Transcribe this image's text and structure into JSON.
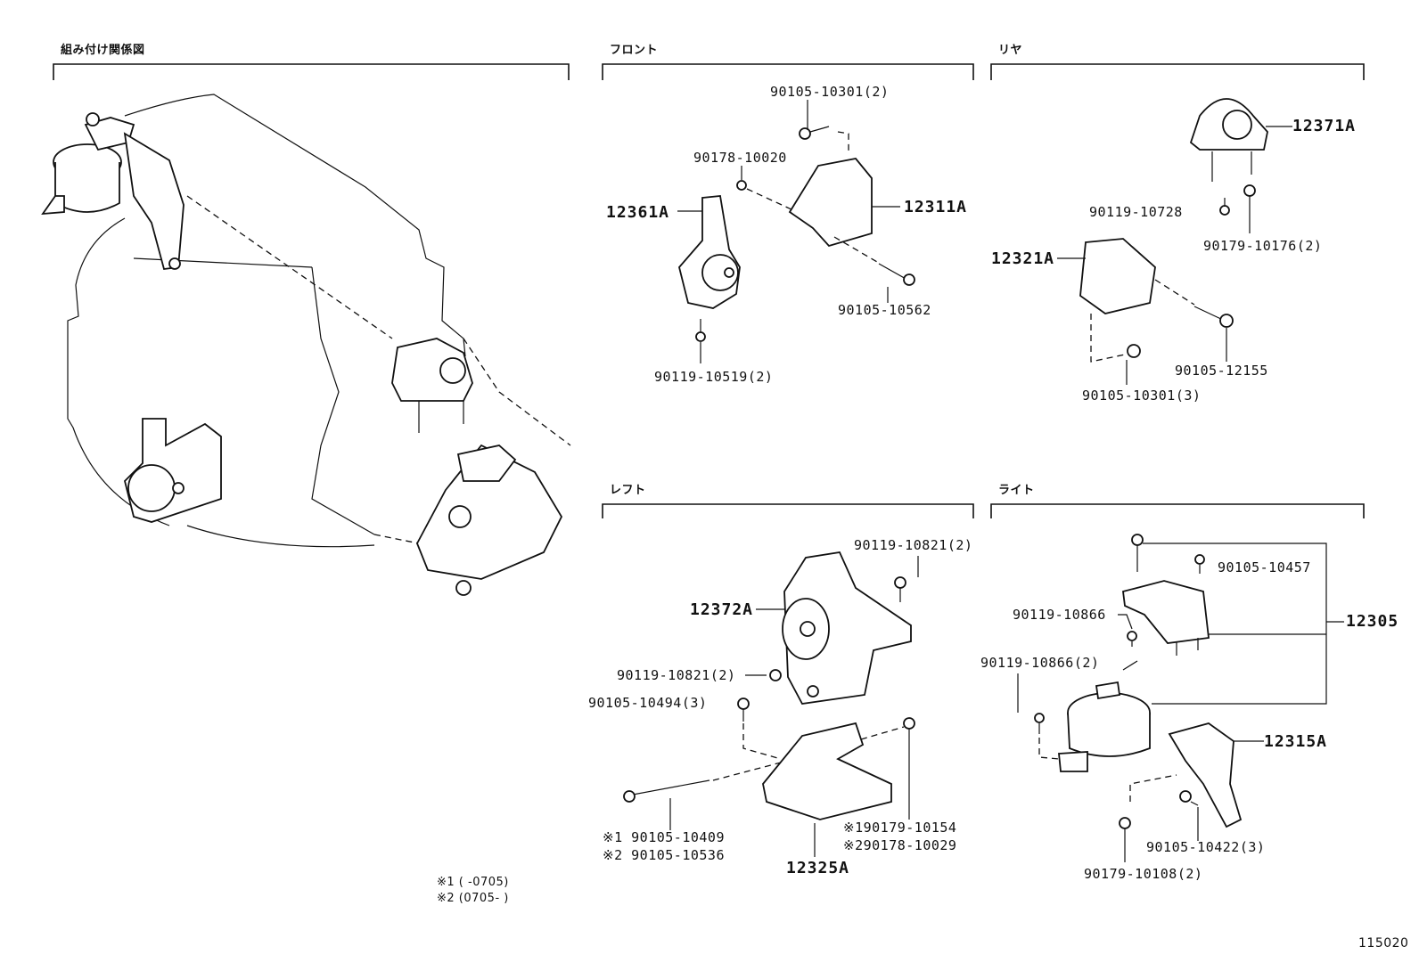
{
  "sections": {
    "overview": "組み付け関係図",
    "front": "フロント",
    "rear": "リヤ",
    "left": "レフト",
    "right": "ライト"
  },
  "front_labels": {
    "bolt_top": "90105-10301(2)",
    "nut": "90178-10020",
    "insulator": "12361A",
    "bracket": "12311A",
    "bolt_long": "90105-10562",
    "bolt_bottom": "90119-10519(2)"
  },
  "rear_labels": {
    "insulator": "12371A",
    "bolt_a": "90119-10728",
    "nut": "90179-10176(2)",
    "bracket": "12321A",
    "bolt_long": "90105-12155",
    "bolt_b": "90105-10301(3)"
  },
  "left_labels": {
    "bolt_top": "90119-10821(2)",
    "insulator": "12372A",
    "bolt_mid": "90119-10821(2)",
    "bolt_lower": "90105-10494(3)",
    "long_bolt_1": "※1 90105-10409",
    "long_bolt_2": "※2 90105-10536",
    "nut_1": "※190179-10154",
    "nut_2": "※290178-10029",
    "bracket": "12325A"
  },
  "right_labels": {
    "bolt_1": "90105-10457",
    "bolt_2": "90119-10866",
    "bolt_3": "90119-10866(2)",
    "insulator": "12305",
    "bracket": "12315A",
    "bolt_4": "90105-10422(3)",
    "nut": "90179-10108(2)"
  },
  "notes": {
    "note1": "※1 (      -0705)",
    "note2": "※2 (0705-      )"
  },
  "drawing_id": "115020"
}
